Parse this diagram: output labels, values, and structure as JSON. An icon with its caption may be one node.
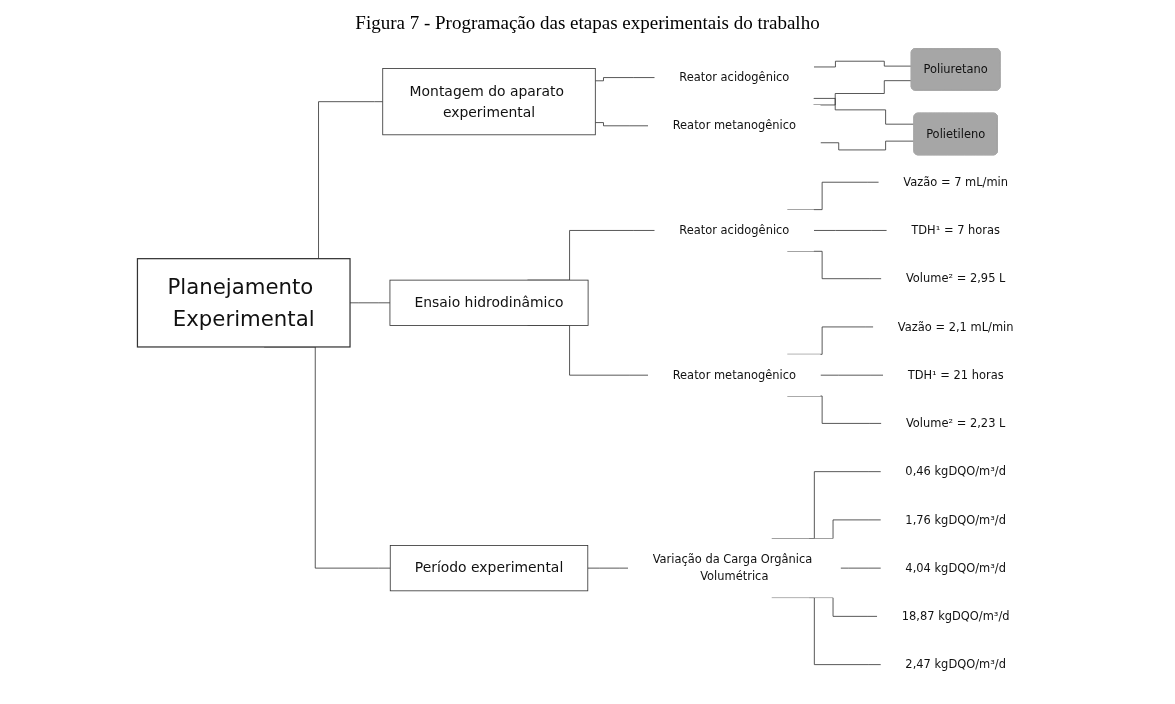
{
  "diagram": {
    "title": "Figura 7 - Programação das etapas experimentais do trabalho",
    "nodes": [
      {
        "text": [
          "Planejamento Experimental"
        ]
      },
      {
        "text": [
          "Montagem do aparato experimental"
        ]
      },
      {
        "text": [
          "Reator acidogênico"
        ]
      },
      {
        "text": [
          "Reator metanogênico"
        ]
      },
      {
        "text": [
          "Poliuretano"
        ]
      },
      {
        "text": [
          "Polietileno"
        ]
      },
      {
        "text": [
          "Ensaio hidrodinâmico"
        ]
      },
      {
        "text": [
          "Reator acidogênico"
        ]
      },
      {
        "text": [
          "Vazão = 7 mL/min"
        ]
      },
      {
        "text": [
          "TDH¹ = 7 horas"
        ]
      },
      {
        "text": [
          "Volume² = 2,95 L"
        ]
      },
      {
        "text": [
          "Reator metanogênico"
        ]
      },
      {
        "text": [
          "Vazão = 2,1 mL/min"
        ]
      },
      {
        "text": [
          "TDH¹ = 21 horas"
        ]
      },
      {
        "text": [
          "Volume² = 2,23 L"
        ]
      },
      {
        "text": [
          "Período experimental"
        ]
      },
      {
        "text": [
          "Variação da Carga Orgânica Volumétrica"
        ]
      },
      {
        "text": [
          "0,46 kgDQO/m³/d"
        ]
      },
      {
        "text": [
          "1,76 kgDQO/m³/d"
        ]
      },
      {
        "text": [
          "4,04 kgDQO/m³/d"
        ]
      },
      {
        "text": [
          "18,87 kgDQO/m³/d"
        ]
      },
      {
        "text": [
          "2,47 kgDQO/m³/d"
        ]
      }
    ],
    "edges": [
      {
        "from": 0,
        "to": 1,
        "arrow": "none"
      },
      {
        "from": 1,
        "to": 2,
        "arrow": "none"
      },
      {
        "from": 1,
        "to": 3,
        "arrow": "none"
      },
      {
        "from": 2,
        "to": 4,
        "arrow": "none"
      },
      {
        "from": 3,
        "to": 4,
        "arrow": "none"
      },
      {
        "from": 2,
        "to": 5,
        "arrow": "none"
      },
      {
        "from": 3,
        "to": 5,
        "arrow": "none"
      },
      {
        "from": 0,
        "to": 6,
        "arrow": "none"
      },
      {
        "from": 6,
        "to": 7,
        "arrow": "none"
      },
      {
        "from": 7,
        "to": 8,
        "arrow": "none"
      },
      {
        "from": 7,
        "to": 9,
        "arrow": "none"
      },
      {
        "from": 7,
        "to": 10,
        "arrow": "none"
      },
      {
        "from": 6,
        "to": 11,
        "arrow": "none"
      },
      {
        "from": 11,
        "to": 12,
        "arrow": "none"
      },
      {
        "from": 11,
        "to": 13,
        "arrow": "none"
      },
      {
        "from": 11,
        "to": 14,
        "arrow": "none"
      },
      {
        "from": 0,
        "to": 15,
        "arrow": "none"
      },
      {
        "from": 15,
        "to": 16,
        "arrow": "none"
      },
      {
        "from": 16,
        "to": 17,
        "arrow": "none"
      },
      {
        "from": 16,
        "to": 18,
        "arrow": "none"
      },
      {
        "from": 16,
        "to": 19,
        "arrow": "none"
      },
      {
        "from": 16,
        "to": 20,
        "arrow": "none"
      },
      {
        "from": 16,
        "to": 21,
        "arrow": "none"
      }
    ]
  }
}
